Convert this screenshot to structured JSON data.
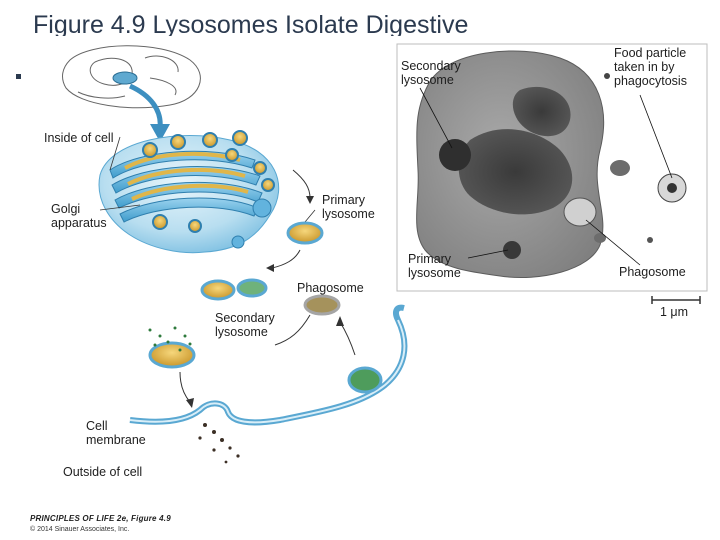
{
  "slide": {
    "title": "Figure 4.9  Lysosomes Isolate Digestive",
    "credit_book": "PRINCIPLES OF LIFE 2e, Figure 4.9",
    "credit_copyright": "© 2014 Sinauer Associates, Inc."
  },
  "diagram": {
    "inside_of_cell": "Inside of cell",
    "golgi": "Golgi\napparatus",
    "primary_lysosome": "Primary\nlysosome",
    "phagosome": "Phagosome",
    "secondary_lysosome": "Secondary\nlysosome",
    "cell_membrane": "Cell\nmembrane",
    "outside_of_cell": "Outside of cell"
  },
  "micrograph": {
    "secondary_lysosome": "Secondary\nlysosome",
    "food_particle": "Food particle\ntaken in by\nphagocytosis",
    "primary_lysosome": "Primary\nlysosome",
    "phagosome": "Phagosome",
    "scale_bar": "1 μm"
  },
  "colors": {
    "title": "#2b3a4f",
    "golgi_blue": "#5fb4dd",
    "lysosome_gold": "#e0b64a",
    "particle_green": "#3f8f4a",
    "micrograph_gray": "#8c8c8c"
  }
}
